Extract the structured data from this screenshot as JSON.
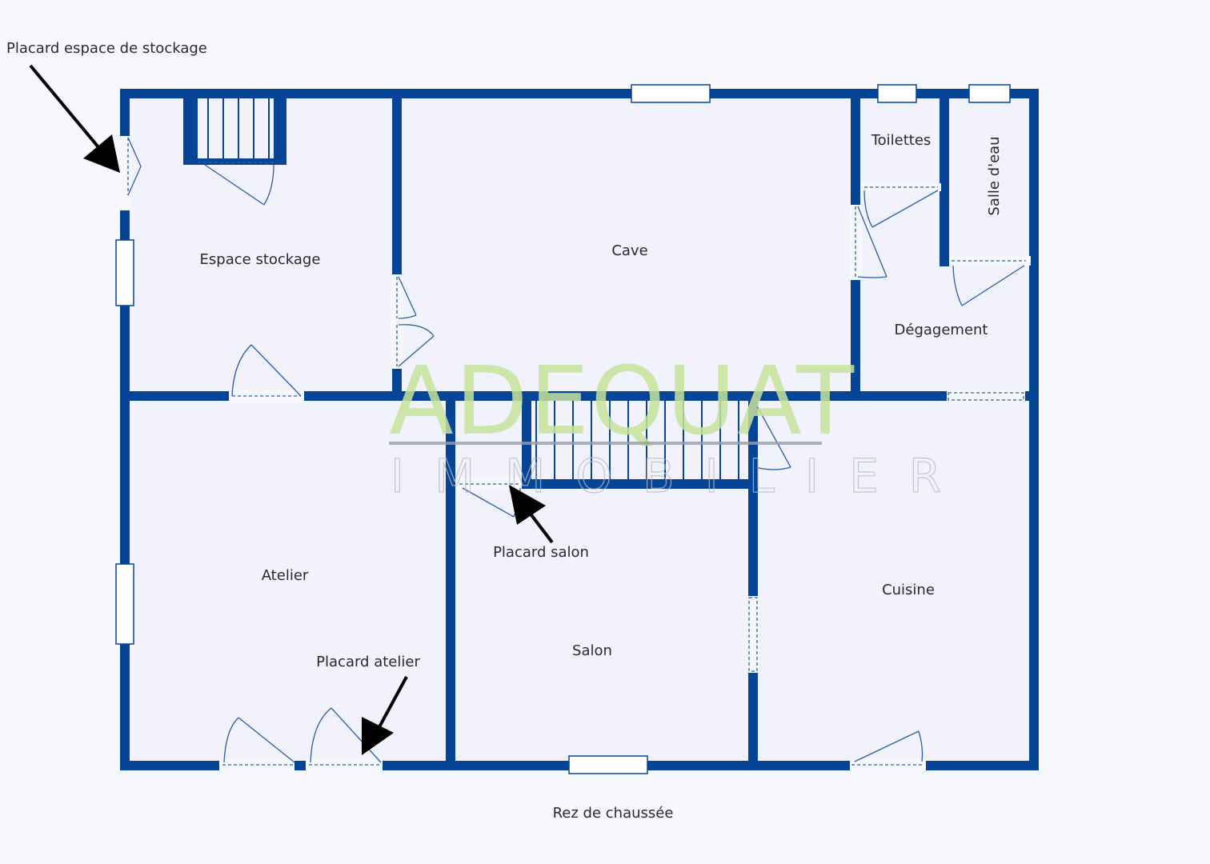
{
  "plan": {
    "level_label": "Rez de chaussée",
    "rooms": {
      "espace_stockage": "Espace stockage",
      "cave": "Cave",
      "toilettes": "Toilettes",
      "salle_eau": "Salle d'eau",
      "degagement": "Dégagement",
      "atelier": "Atelier",
      "salon": "Salon",
      "cuisine": "Cuisine"
    },
    "annotations": {
      "placard_stockage": "Placard espace de stockage",
      "placard_salon": "Placard salon",
      "placard_atelier": "Placard atelier"
    },
    "wall_color": "#064595",
    "floor_color": "#f1f2fc"
  },
  "watermark": {
    "brand": "ADEQUAT",
    "sub": "IMMOBILIER",
    "brand_color": "#c6e39a",
    "sub_color": "#b9bcc4"
  }
}
